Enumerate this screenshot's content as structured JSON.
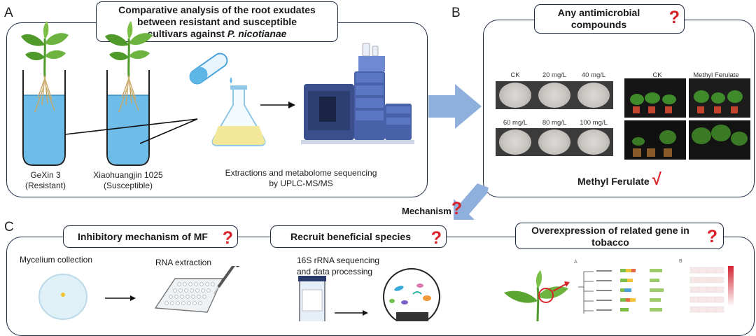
{
  "panel_a": {
    "label": "A",
    "title_line1": "Comparative analysis of the root exudates",
    "title_line2": "between resistant and susceptible",
    "title_line3a": "cultivars  against ",
    "title_line3b": "P. nicotianae",
    "cultivar1_name": "GeXin 3",
    "cultivar1_type": "(Resistant)",
    "cultivar2_name": "Xiaohuangjin 1025",
    "cultivar2_type": "(Susceptible)",
    "method_line1": "Extractions and metabolome sequencing",
    "method_line2": "by UPLC-MS/MS"
  },
  "panel_b": {
    "label": "B",
    "title_line1": "Any antimicrobial",
    "title_line2": "compounds",
    "dish_labels": [
      "CK",
      "20 mg/L",
      "40 mg/L",
      "60 mg/L",
      "80 mg/L",
      "100 mg/L"
    ],
    "plant_label_ck": "CK",
    "plant_label_mf": "Methyl Ferulate",
    "result": "Methyl  Ferulate",
    "check_mark": "√"
  },
  "mechanism_label": "Mechanism",
  "question_mark": "?",
  "panel_c": {
    "label": "C",
    "box1_title": "Inhibitory mechanism of MF",
    "box2_title": "Recruit beneficial species",
    "box3_line1": "Overexpression of related gene in",
    "box3_line2": "tobacco",
    "mycelium": "Mycelium collection",
    "rna": "RNA extraction",
    "seq_line1": "16S rRNA sequencing",
    "seq_line2": "and data processing",
    "mini_fig_a": "A",
    "mini_fig_b": "B"
  },
  "colors": {
    "border": "#1f2a44",
    "question_red": "#d9232a",
    "arrow_blue": "#8fb0dc",
    "tube_blue": "#5eb6e6",
    "leaf_green": "#4f9a2a"
  }
}
